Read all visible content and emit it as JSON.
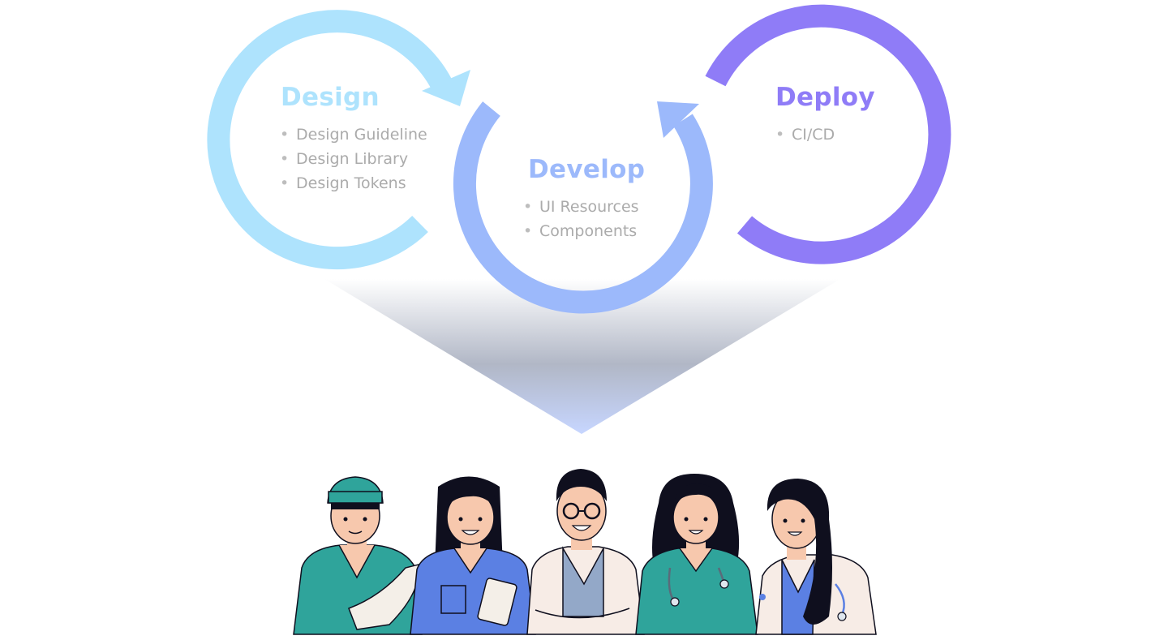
{
  "stages": [
    {
      "title": "Design",
      "color": "#aee3fd",
      "items": [
        "Design Guideline",
        "Design Library",
        "Design Tokens"
      ]
    },
    {
      "title": "Develop",
      "color": "#9cb9fb",
      "items": [
        "UI Resources",
        "Components"
      ]
    },
    {
      "title": "Deploy",
      "color": "#8f7cf7",
      "items": [
        "CI/CD"
      ]
    }
  ],
  "colors": {
    "funnel_top": "#ffffff",
    "funnel_mid": "#b1b7c6",
    "funnel_bottom": "#c7d6ff",
    "bullet_text": "#ababab",
    "teal_scrubs": "#2fa49b",
    "blue_scrubs": "#5b80e3",
    "lab_coat": "#f7ece6",
    "skin": "#f7c8ad",
    "hair": "#0f0f1e"
  },
  "illustration": {
    "people": [
      "surgeon",
      "blue-scrubs-nurse",
      "doctor-with-glasses",
      "teal-scrubs-nurse",
      "doctor-with-stethoscope"
    ]
  }
}
